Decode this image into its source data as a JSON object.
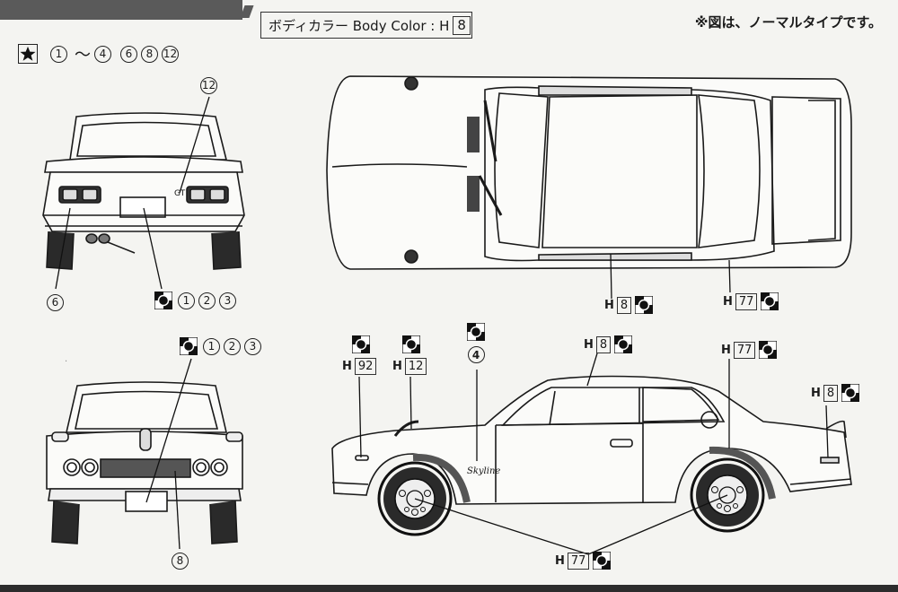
{
  "header": {
    "body_color_label": "ボディカラー  Body Color : H",
    "body_color_code": "8",
    "note": "※図は、ノーマルタイプです。"
  },
  "decal_sets": {
    "star_set": [
      "1",
      "～",
      "4",
      "6",
      "8",
      "12"
    ],
    "rear_plate": [
      "1",
      "2",
      "3"
    ],
    "front_plate": [
      "1",
      "2",
      "3"
    ]
  },
  "callouts": {
    "rear_12": "12",
    "rear_6": "6",
    "front_8": "8",
    "side_4": "4"
  },
  "paint_codes": {
    "h8_top": {
      "prefix": "H",
      "num": "8"
    },
    "h77_top": {
      "prefix": "H",
      "num": "77"
    },
    "h92": {
      "prefix": "H",
      "num": "92"
    },
    "h12": {
      "prefix": "H",
      "num": "12"
    },
    "h8_roof": {
      "prefix": "H",
      "num": "8"
    },
    "h77_side": {
      "prefix": "H",
      "num": "77"
    },
    "h8_tail": {
      "prefix": "H",
      "num": "8"
    },
    "h77_wheels": {
      "prefix": "H",
      "num": "77"
    }
  },
  "colors": {
    "ink": "#1a1a1a",
    "paper": "#f4f4f1",
    "bar": "#5a5a5a"
  },
  "icons": {
    "star": "star-icon",
    "paint": "paint-swatch-icon"
  }
}
